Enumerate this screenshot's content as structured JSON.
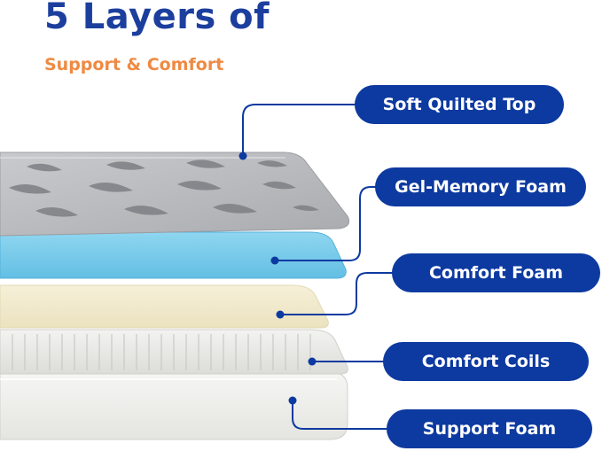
{
  "header": {
    "title": "5 Layers of",
    "subtitle": "Support & Comfort"
  },
  "layers": [
    {
      "label": "Soft Quilted Top",
      "color": "#9a9ca1"
    },
    {
      "label": "Gel-Memory Foam",
      "color": "#6ec6e8"
    },
    {
      "label": "Comfort Foam",
      "color": "#f0e9cc"
    },
    {
      "label": "Comfort Coils",
      "color": "#e8e8e5"
    },
    {
      "label": "Support Foam",
      "color": "#f2f2f0"
    }
  ],
  "colors": {
    "title": "#1c3f9e",
    "subtitle": "#ef8a43",
    "pill": "#0d3aa0",
    "leader": "#0d3aa0"
  }
}
